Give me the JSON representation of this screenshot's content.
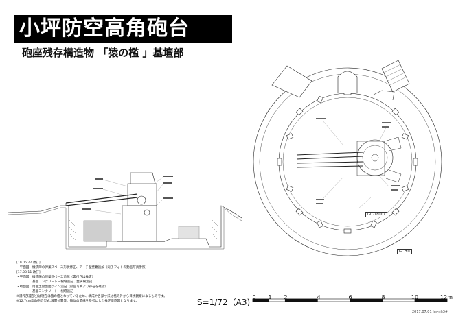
{
  "header": {
    "title": "小坪防空高角砲台",
    "subtitle": "砲座残存構造物 「猿の檻 」基壇部"
  },
  "notes": {
    "lines": [
      "[19.06.22 改訂]",
      "・平面図　機銃陣の弾薬スペース形状修正、アーチ型壁龕追加（逗子フォトの動画写真参照）",
      "[17.08.11 改訂]",
      "・平面図　機銃陣の弾薬スペース追記（裏付きは推定）",
      "　　　　　基盤コンクリート・樹壇追記、金属欄追記",
      "・断面図　周囲土塁盤面ライン追記（航空写真より存在を確認）",
      "　　　　　基盤コンクリート・樹壇追記",
      "※満作部座部分は現在は猿の檻となっているため、構成や各部寸法は檻の外から目視観察によるものです。",
      "※12.7cm高角砲の型式,設置位置等、類似の遺構を参考にした推定復原図となります。"
    ]
  },
  "scale": {
    "label": "S=1/72（A3)",
    "ticks": [
      "0",
      "1",
      "2",
      "4",
      "6",
      "8",
      "10",
      "12m"
    ]
  },
  "plan": {
    "gl_label_1": "GL -18007",
    "gl_label_2": "GL ±0"
  },
  "credit": "2017.07.01 hn-nh3#"
}
